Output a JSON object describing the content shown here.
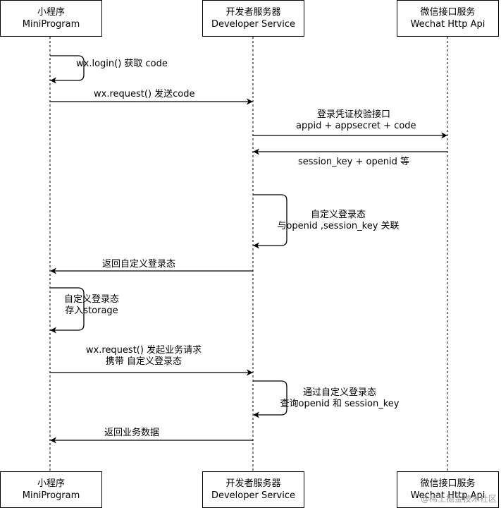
{
  "participants": [
    {
      "title": "小程序",
      "subtitle": "MiniProgram"
    },
    {
      "title": "开发者服务器",
      "subtitle": "Developer Service"
    },
    {
      "title": "微信接口服务",
      "subtitle": "Wechat Http Api"
    }
  ],
  "messages": [
    {
      "lines": [
        "wx.login() 获取 code"
      ]
    },
    {
      "lines": [
        "wx.request() 发送code"
      ]
    },
    {
      "lines": [
        "登录凭证校验接口",
        "appid + appsecret + code"
      ]
    },
    {
      "lines": [
        "session_key + openid 等"
      ]
    },
    {
      "lines": [
        "自定义登录态",
        "与openid ,session_key 关联"
      ]
    },
    {
      "lines": [
        "返回自定义登录态"
      ]
    },
    {
      "lines": [
        "自定义登录态",
        "存入storage"
      ]
    },
    {
      "lines": [
        "wx.request() 发起业务请求",
        "携带 自定义登录态"
      ]
    },
    {
      "lines": [
        "通过自定义登录态",
        "查询openid 和 session_key"
      ]
    },
    {
      "lines": [
        "返回业务数据"
      ]
    }
  ],
  "watermark": "@稀土掘金技术社区"
}
